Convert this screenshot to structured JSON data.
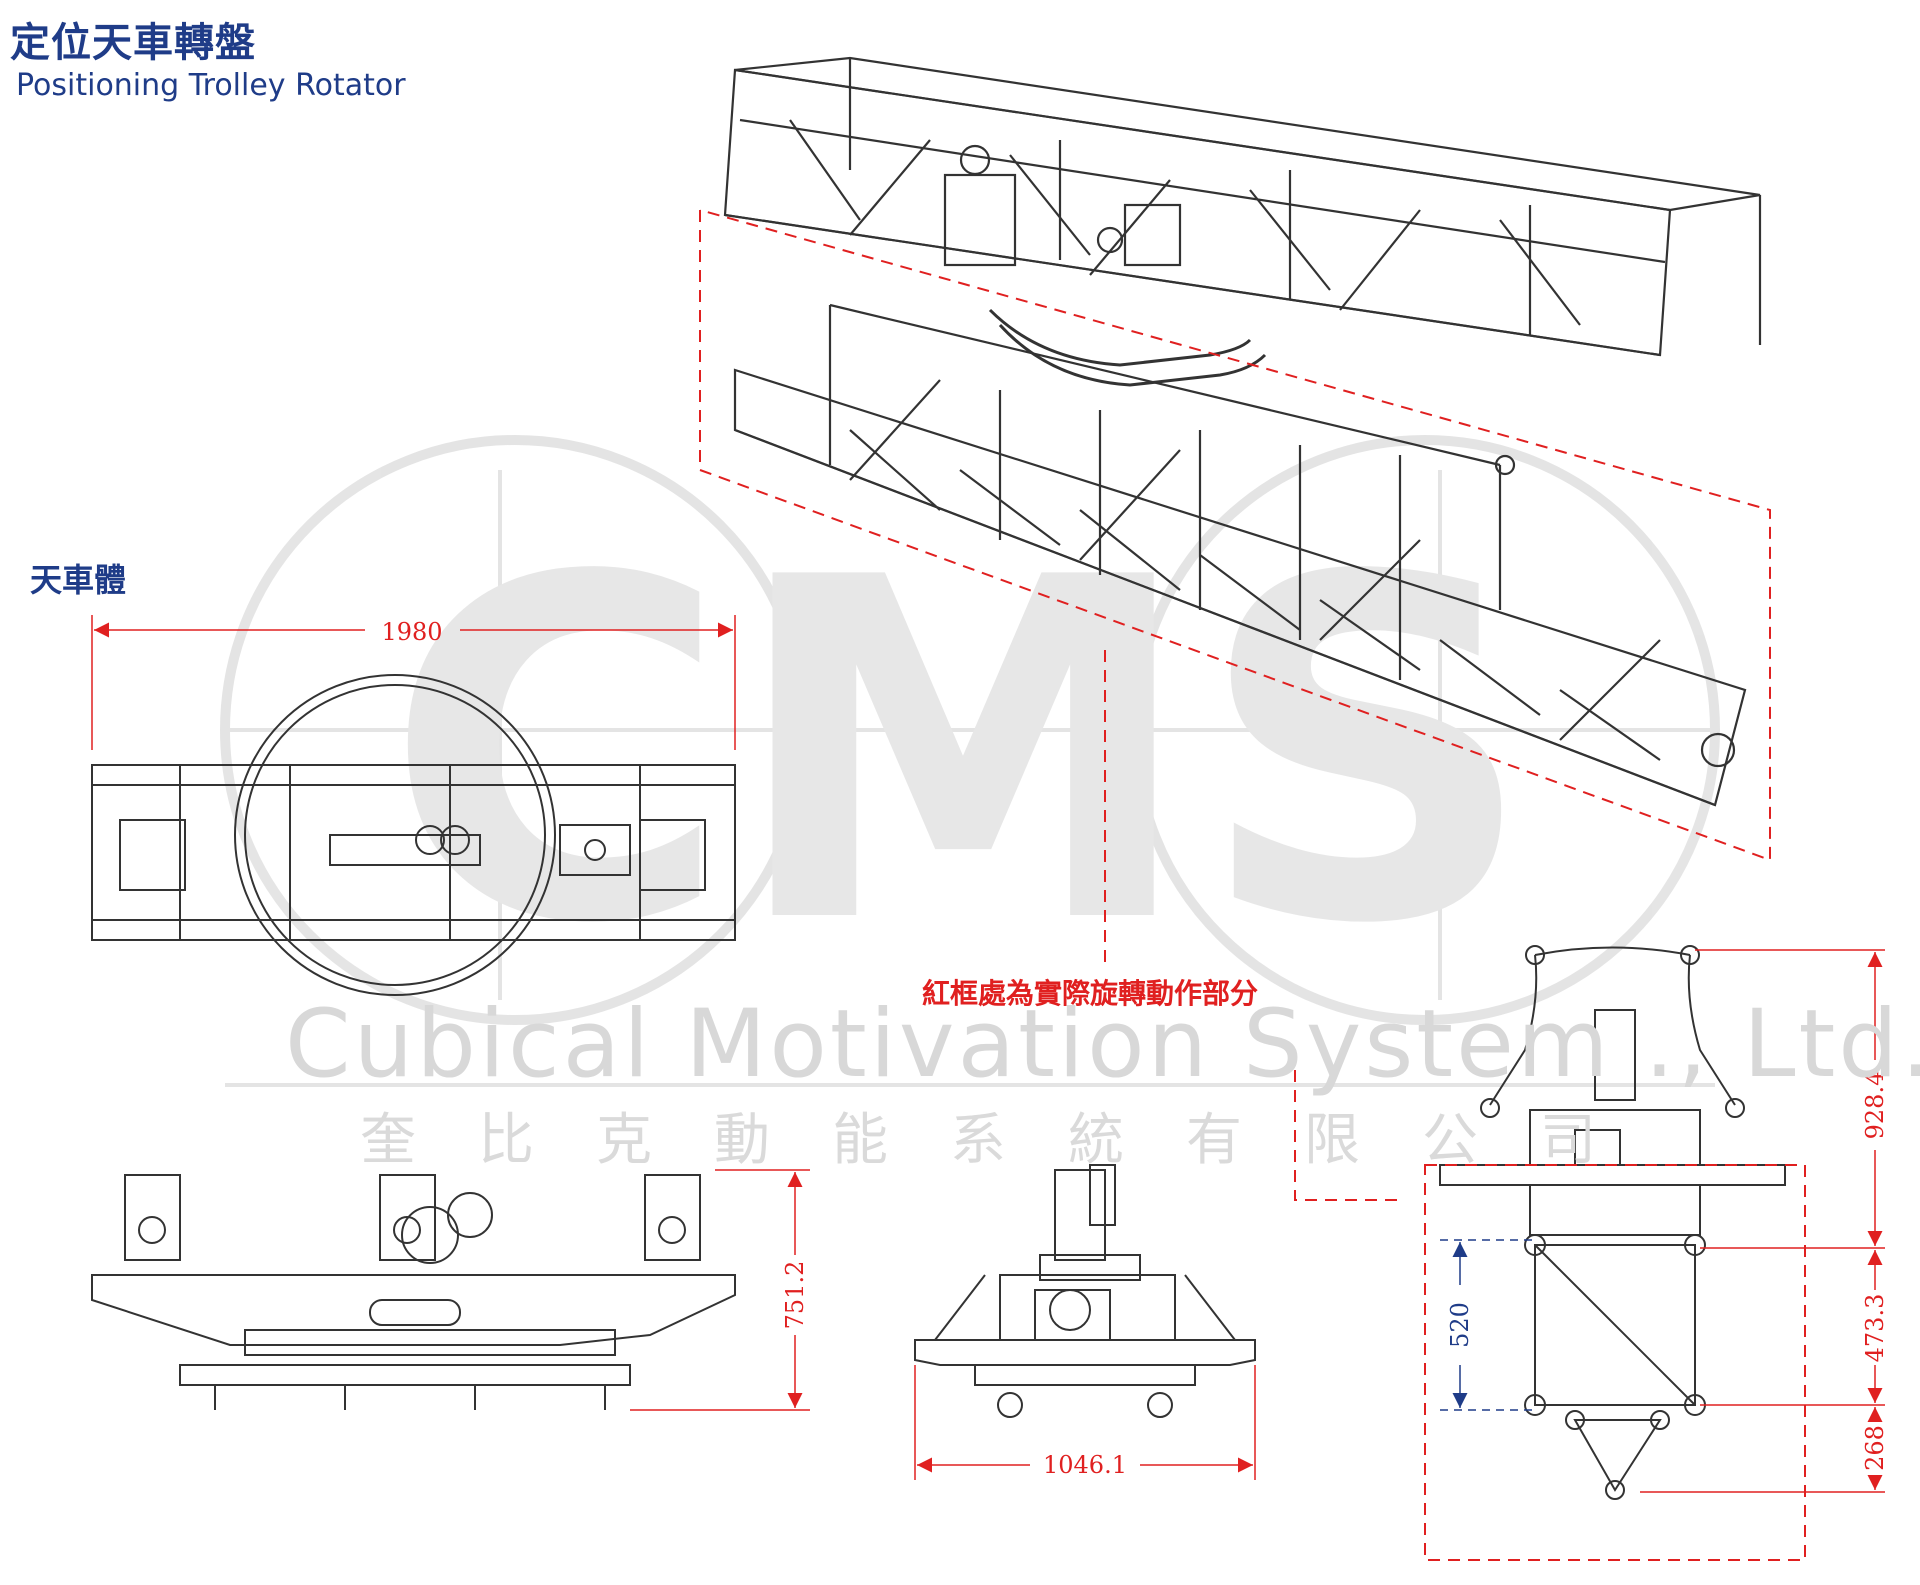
{
  "header": {
    "title_zh": "定位天車轉盤",
    "title_en": "Positioning Trolley Rotator"
  },
  "section": {
    "trolley_body": "天車體"
  },
  "note": {
    "rotation_part": "紅框處為實際旋轉動作部分"
  },
  "watermark": {
    "logo": "CMS",
    "company_en": "Cubical Motivation System ., Ltd.",
    "company_zh": "奎比克動能系統有限公司"
  },
  "dimensions": {
    "top_width": "1980",
    "side_height": "751.2",
    "front_width": "1046.1",
    "right_total": "928.4",
    "right_truss": "473.3",
    "right_bottom": "268",
    "right_inner": "520"
  },
  "colors": {
    "title": "#1f3c88",
    "dimension_red": "#e02020",
    "dimension_blue": "#1f3c88",
    "line_art": "#333333",
    "watermark": "#d9d9d9"
  }
}
